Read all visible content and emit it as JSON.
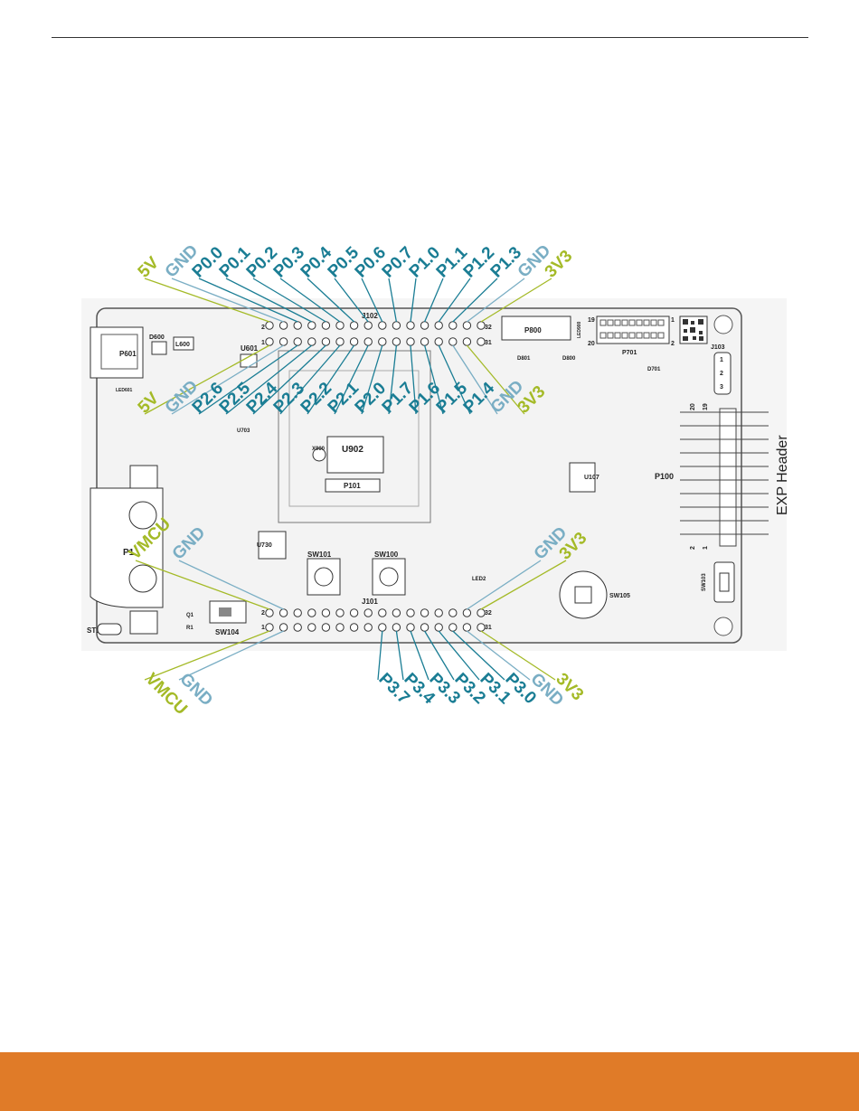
{
  "colors": {
    "pin": "#1a7d94",
    "gnd": "#7aaec4",
    "power": "#a4ba27",
    "footer": "#e07b28",
    "board": "#f3f3f3",
    "board_edge": "#555555"
  },
  "top_header": {
    "row_label": "J102",
    "pin_labels": [
      "5V",
      "GND",
      "P0.0",
      "P0.1",
      "P0.2",
      "P0.3",
      "P0.4",
      "P0.5",
      "P0.6",
      "P0.7",
      "P1.0",
      "P1.1",
      "P1.2",
      "P1.3",
      "GND",
      "3V3"
    ],
    "bottom_labels": [
      "5V",
      "GND",
      "P2.6",
      "P2.5",
      "P2.4",
      "P2.3",
      "P2.2",
      "P2.1",
      "P2.0",
      "P1.7",
      "P1.6",
      "P1.5",
      "P1.4",
      "GND",
      "3V3"
    ],
    "pin_numbers": {
      "left": "2",
      "right": "32",
      "left_lower": "1",
      "right_lower": "31"
    }
  },
  "bottom_header": {
    "row_label": "J101",
    "top_labels": [
      "VMCU",
      "GND",
      "GND",
      "3V3"
    ],
    "bottom_labels": [
      "VMCU",
      "GND",
      "P3.7",
      "P3.4",
      "P3.3",
      "P3.2",
      "P3.1",
      "P3.0",
      "GND",
      "3V3"
    ],
    "pin_numbers": {
      "left": "2",
      "right": "32",
      "left_lower": "1",
      "right_lower": "31"
    }
  },
  "silkscreen": {
    "main_mcu": "U902",
    "connector": "P101",
    "crystal": "X900",
    "dc_jack": "P601",
    "regulator": "U601",
    "diode": "D600",
    "led": "L600",
    "led_601": "LED601",
    "battery": "P1",
    "switch_left": "SW104",
    "switch_101": "SW101",
    "switch_100": "SW100",
    "joystick": "SW105",
    "sw103": "SW103",
    "debug_header": "P800",
    "mini_header": "P701",
    "led_900": "LED900",
    "d801": "D801",
    "d800": "D800",
    "d701": "D701",
    "jumper": "J103",
    "exp_header": "P100",
    "exp_header_title": "EXP Header",
    "exp_pin_left_top": "20",
    "exp_pin_right_top": "19",
    "exp_pin_left_bottom": "2",
    "exp_pin_right_bottom": "1",
    "u107": "U107",
    "u730": "U730",
    "u703": "U703",
    "led2": "LED2",
    "st1": "ST1",
    "j103_pins": [
      "1",
      "2",
      "3"
    ],
    "p800_top": "19",
    "p800_bottom": "20",
    "p701_top": "1",
    "p701_bottom": "2",
    "r1": "R1",
    "q1": "Q1"
  }
}
